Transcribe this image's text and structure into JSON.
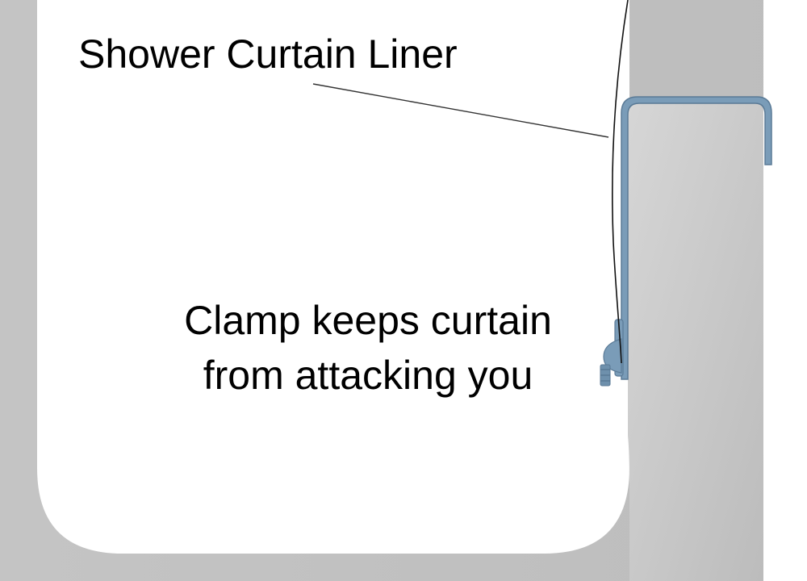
{
  "labels": {
    "liner": "Shower Curtain Liner",
    "clamp_line1": "Clamp keeps curtain",
    "clamp_line2": "from attacking you"
  },
  "colors": {
    "wall": "#c2c2c2",
    "tub": "#ffffff",
    "rim_fill": "#c9c9c9",
    "clamp": "#7a9cb8",
    "clamp_dark": "#5a7a96",
    "curtain_line": "#111111"
  }
}
